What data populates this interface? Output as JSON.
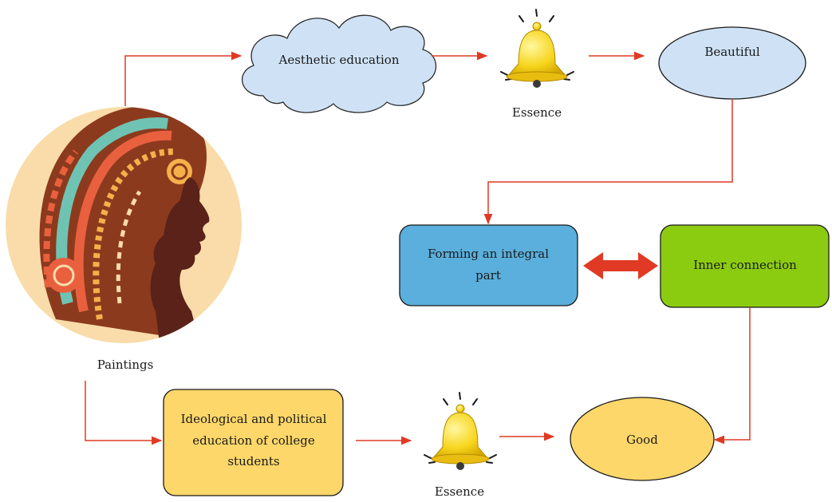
{
  "nodes": {
    "paintings": "Paintings",
    "aesthetic_education": "Aesthetic education",
    "essence_top": "Essence",
    "beautiful": "Beautiful",
    "forming_line1": "Forming an integral",
    "forming_line2": "part",
    "inner_connection": "Inner connection",
    "ideological_line1": "Ideological and political",
    "ideological_line2": "education of college",
    "ideological_line3": "students",
    "essence_bottom": "Essence",
    "good": "Good"
  },
  "colors": {
    "arrow": "#e03a24",
    "cloud_fill": "#cfe2f5",
    "beautiful_fill": "#cfe2f5",
    "forming_fill": "#5aafdc",
    "inner_fill": "#8ccc10",
    "ideological_fill": "#fdd76a",
    "good_fill": "#fdd76a",
    "bell": "#f7d51d"
  },
  "icons": {
    "portrait": "woman-silhouette-portrait",
    "bell": "bell-icon"
  }
}
